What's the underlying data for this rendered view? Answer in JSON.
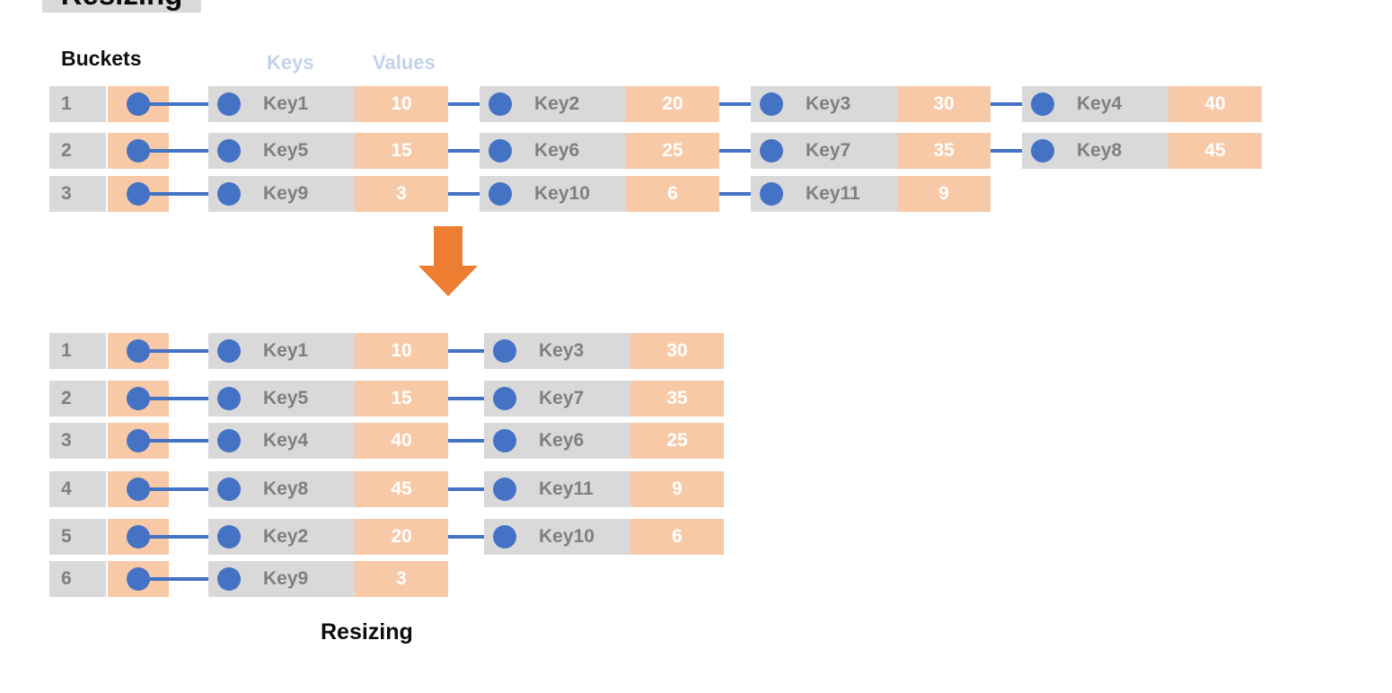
{
  "title": "Resizing",
  "captions": {
    "buckets": "Buckets",
    "keys": "Keys",
    "values": "Values",
    "bottom": "Resizing"
  },
  "colors": {
    "key_cell_bg": "#d9d9d9",
    "value_cell_bg": "#f8c9a7",
    "node_blue": "#4472c4",
    "transition_arrow": "#ed7d31",
    "header_label": "#c3d2ea",
    "key_text": "#7f7f7f",
    "value_text": "#ffffff",
    "title_strip_bg": "#d9d9d9"
  },
  "glyphs": {
    "dot": "linked-node-dot",
    "null": "x"
  },
  "before": {
    "label": "before-resize",
    "bucket_count": 3,
    "rows": [
      {
        "index": "1",
        "nodes": [
          {
            "key": "Key1",
            "value": "10",
            "next": "dot"
          },
          {
            "key": "Key2",
            "value": "20",
            "next": "dot"
          },
          {
            "key": "Key3",
            "value": "30",
            "next": "dot"
          },
          {
            "key": "Key4",
            "value": "40",
            "next": "x"
          }
        ]
      },
      {
        "index": "2",
        "nodes": [
          {
            "key": "Key5",
            "value": "15",
            "next": "dot"
          },
          {
            "key": "Key6",
            "value": "25",
            "next": "dot"
          },
          {
            "key": "Key7",
            "value": "35",
            "next": "dot"
          },
          {
            "key": "Key8",
            "value": "45",
            "next": "x"
          }
        ]
      },
      {
        "index": "3",
        "nodes": [
          {
            "key": "Key9",
            "value": "3",
            "next": "dot"
          },
          {
            "key": "Key10",
            "value": "6",
            "next": "dot"
          },
          {
            "key": "Key11",
            "value": "9",
            "next": "x"
          }
        ]
      }
    ]
  },
  "after": {
    "label": "after-resize",
    "bucket_count": 6,
    "rows": [
      {
        "index": "1",
        "nodes": [
          {
            "key": "Key1",
            "value": "10",
            "next": "dot"
          },
          {
            "key": "Key3",
            "value": "30",
            "next": "x"
          }
        ]
      },
      {
        "index": "2",
        "nodes": [
          {
            "key": "Key5",
            "value": "15",
            "next": "dot"
          },
          {
            "key": "Key7",
            "value": "35",
            "next": "x"
          }
        ]
      },
      {
        "index": "3",
        "nodes": [
          {
            "key": "Key4",
            "value": "40",
            "next": "dot"
          },
          {
            "key": "Key6",
            "value": "25",
            "next": "x"
          }
        ]
      },
      {
        "index": "4",
        "nodes": [
          {
            "key": "Key8",
            "value": "45",
            "next": "dot"
          },
          {
            "key": "Key11",
            "value": "9",
            "next": "x"
          }
        ]
      },
      {
        "index": "5",
        "nodes": [
          {
            "key": "Key2",
            "value": "20",
            "next": "dot"
          },
          {
            "key": "Key10",
            "value": "6",
            "next": "x"
          }
        ]
      },
      {
        "index": "6",
        "nodes": [
          {
            "key": "Key9",
            "value": "3",
            "next": "dot"
          }
        ]
      }
    ]
  }
}
